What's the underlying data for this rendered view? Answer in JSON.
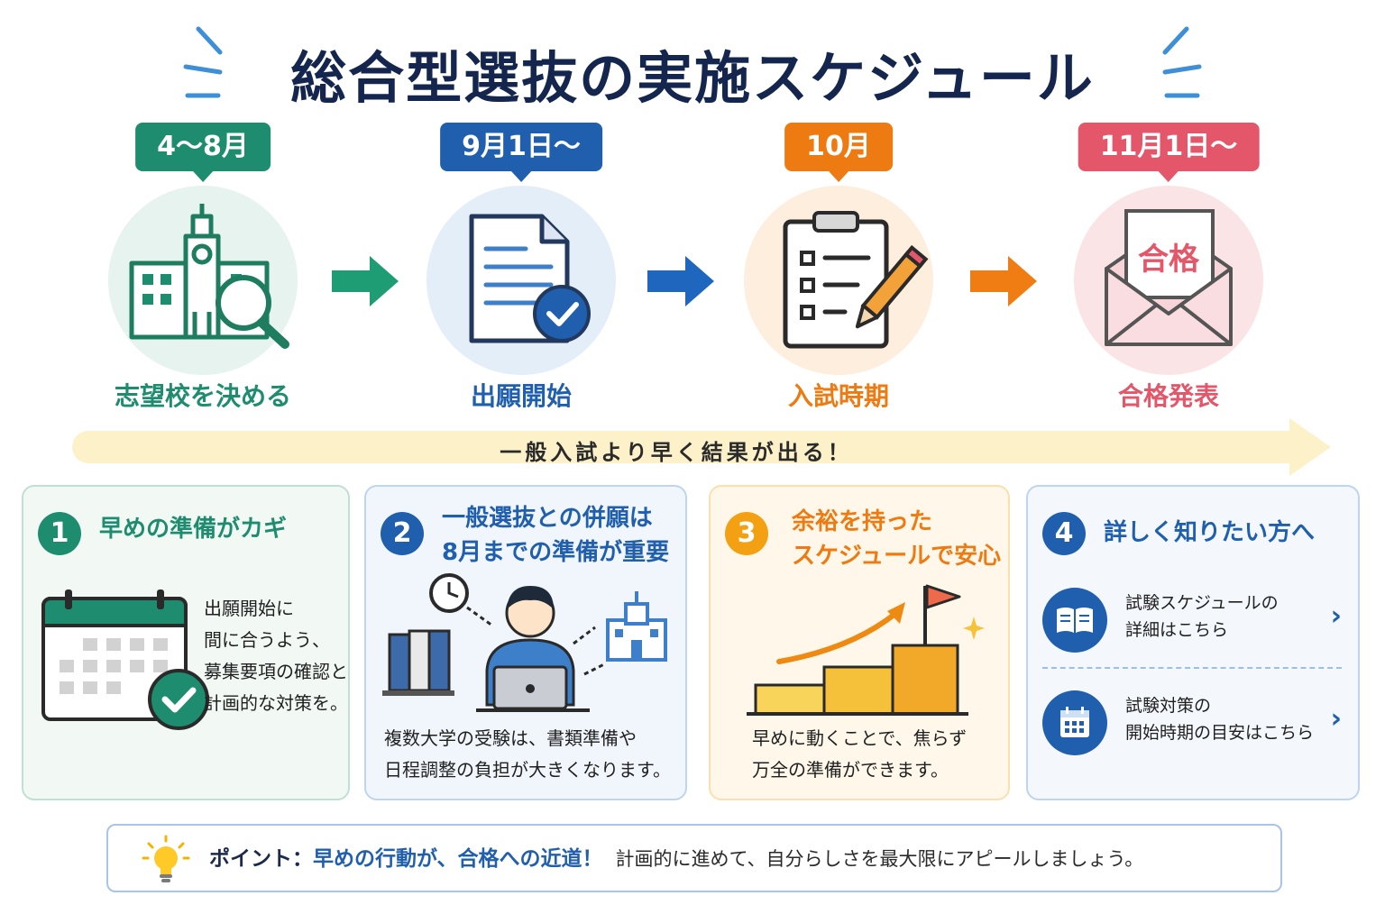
{
  "title": "総合型選抜の実施スケジュール",
  "steps": [
    {
      "date": "4〜8月",
      "label": "志望校を決める",
      "color": "#1e8c6e"
    },
    {
      "date": "9月1日〜",
      "label": "出願開始",
      "color": "#1f5fae"
    },
    {
      "date": "10月",
      "label": "入試時期",
      "color": "#ee7a12"
    },
    {
      "date": "11月1日〜",
      "label": "合格発表",
      "color": "#e4566a"
    }
  ],
  "envelope_text": "合格",
  "banner": "一般入試より早く結果が出る！",
  "cards": [
    {
      "num": "1",
      "title": "早めの準備がカギ",
      "body": [
        "出願開始に",
        "間に合うよう、",
        "募集要項の確認と",
        "計画的な対策を。"
      ],
      "color": "#1e8c6e"
    },
    {
      "num": "2",
      "title": [
        "一般選抜との併願は",
        "8月までの準備が重要"
      ],
      "body": [
        "複数大学の受験は、書類準備や",
        "日程調整の負担が大きくなります。"
      ],
      "color": "#1f5fae"
    },
    {
      "num": "3",
      "title": [
        "余裕を持った",
        "スケジュールで安心"
      ],
      "body": [
        "早めに動くことで、焦らず",
        "万全の準備ができます。"
      ],
      "color": "#ee7a12"
    },
    {
      "num": "4",
      "title": "詳しく知りたい方へ",
      "links": [
        [
          "試験スケジュールの",
          "詳細はこちら"
        ],
        [
          "試験対策の",
          "開始時期の目安はこちら"
        ]
      ],
      "color": "#1f5fae"
    }
  ],
  "point": {
    "head": "ポイント：",
    "key": "早めの行動が、合格への近道！",
    "tail": "計画的に進めて、自分らしさを最大限にアピールしましょう。"
  }
}
